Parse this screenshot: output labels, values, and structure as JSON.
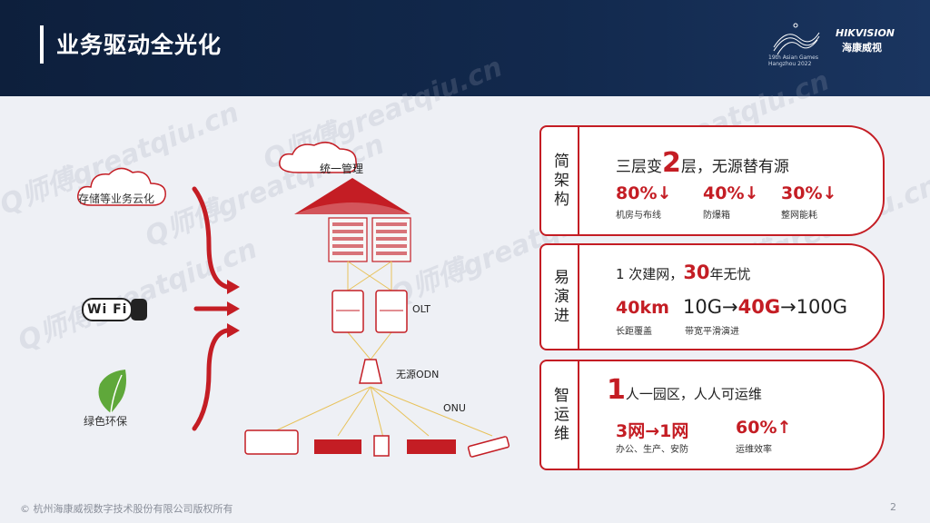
{
  "header": {
    "title": "业务驱动全光化",
    "games_logo_text": "19th Asian Games Hangzhou 2022",
    "brand_en": "HIKVISION",
    "brand_cn": "海康威视"
  },
  "left": {
    "cloud_label": "存储等业务云化",
    "wifi_label": "Wi Fi 6",
    "green_label": "绿色环保"
  },
  "diagram": {
    "cloud_label": "统一管理",
    "olt_label": "OLT",
    "odn_label": "无源ODN",
    "onu_label": "ONU"
  },
  "cards": [
    {
      "side": "简架构",
      "headline_prefix": "三层变",
      "headline_big": "2",
      "headline_suffix": "层，无源替有源",
      "stats": [
        {
          "value": "80%↓",
          "label": "机房与布线"
        },
        {
          "value": "40%↓",
          "label": "防爆箱"
        },
        {
          "value": "30%↓",
          "label": "整网能耗"
        }
      ]
    },
    {
      "side": "易演进",
      "headline_prefix": "1 次建网，",
      "headline_big": "30",
      "headline_suffix": "年无忧",
      "stat1_value": "40km",
      "stat1_label": "长距覆盖",
      "evolve_a": "10G→",
      "evolve_b": "40G",
      "evolve_c": "→100G",
      "stat2_label": "带宽平滑演进"
    },
    {
      "side": "智运维",
      "headline_big": "1",
      "headline_suffix": "人一园区，人人可运维",
      "stats": [
        {
          "value": "3网→1网",
          "label": "办公、生产、安防"
        },
        {
          "value": "60%↑",
          "label": "运维效率"
        }
      ]
    }
  ],
  "watermark": "Q师傅greatqiu.cn",
  "footer": "© 杭州海康威视数字技术股份有限公司版权所有",
  "page_number": "2",
  "colors": {
    "accent": "#c41d24",
    "header": "#12294d"
  }
}
